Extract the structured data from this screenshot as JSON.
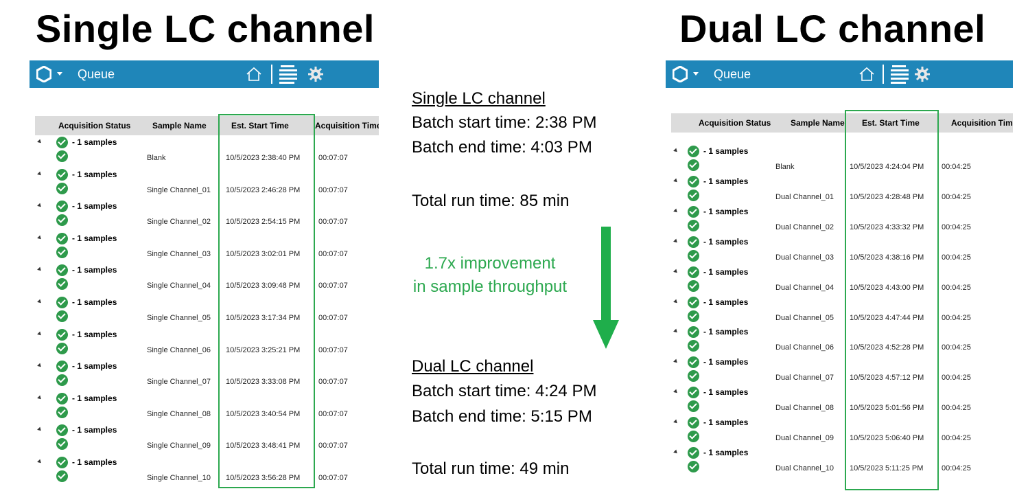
{
  "titles": {
    "left": "Single LC channel",
    "right": "Dual LC channel"
  },
  "app": {
    "title": "Queue",
    "icons": [
      "app-logo-icon",
      "chevron-down-icon",
      "home-icon",
      "queue-list-icon",
      "gear-icon"
    ],
    "bar_color": "#1f86b9"
  },
  "columns": [
    "Acquisition Status",
    "Sample Name",
    "Est. Start Time",
    "Acquisition Time"
  ],
  "group_label": "- 1 samples",
  "highlight_color": "#2ca84f",
  "single_table": {
    "rows": [
      {
        "name": "Blank",
        "start": "10/5/2023 2:38:40 PM",
        "acq": "00:07:07"
      },
      {
        "name": "Single Channel_01",
        "start": "10/5/2023 2:46:28 PM",
        "acq": "00:07:07"
      },
      {
        "name": "Single Channel_02",
        "start": "10/5/2023 2:54:15 PM",
        "acq": "00:07:07"
      },
      {
        "name": "Single Channel_03",
        "start": "10/5/2023 3:02:01 PM",
        "acq": "00:07:07"
      },
      {
        "name": "Single Channel_04",
        "start": "10/5/2023 3:09:48 PM",
        "acq": "00:07:07"
      },
      {
        "name": "Single Channel_05",
        "start": "10/5/2023 3:17:34 PM",
        "acq": "00:07:07"
      },
      {
        "name": "Single Channel_06",
        "start": "10/5/2023 3:25:21 PM",
        "acq": "00:07:07"
      },
      {
        "name": "Single Channel_07",
        "start": "10/5/2023 3:33:08 PM",
        "acq": "00:07:07"
      },
      {
        "name": "Single Channel_08",
        "start": "10/5/2023 3:40:54 PM",
        "acq": "00:07:07"
      },
      {
        "name": "Single Channel_09",
        "start": "10/5/2023 3:48:41 PM",
        "acq": "00:07:07"
      },
      {
        "name": "Single Channel_10",
        "start": "10/5/2023 3:56:28 PM",
        "acq": "00:07:07"
      }
    ]
  },
  "dual_table": {
    "rows": [
      {
        "name": "Blank",
        "start": "10/5/2023 4:24:04 PM",
        "acq": "00:04:25"
      },
      {
        "name": "Dual Channel_01",
        "start": "10/5/2023 4:28:48 PM",
        "acq": "00:04:25"
      },
      {
        "name": "Dual Channel_02",
        "start": "10/5/2023 4:33:32 PM",
        "acq": "00:04:25"
      },
      {
        "name": "Dual Channel_03",
        "start": "10/5/2023 4:38:16 PM",
        "acq": "00:04:25"
      },
      {
        "name": "Dual Channel_04",
        "start": "10/5/2023 4:43:00 PM",
        "acq": "00:04:25"
      },
      {
        "name": "Dual Channel_05",
        "start": "10/5/2023 4:47:44 PM",
        "acq": "00:04:25"
      },
      {
        "name": "Dual Channel_06",
        "start": "10/5/2023 4:52:28 PM",
        "acq": "00:04:25"
      },
      {
        "name": "Dual Channel_07",
        "start": "10/5/2023 4:57:12 PM",
        "acq": "00:04:25"
      },
      {
        "name": "Dual Channel_08",
        "start": "10/5/2023 5:01:56 PM",
        "acq": "00:04:25"
      },
      {
        "name": "Dual Channel_09",
        "start": "10/5/2023 5:06:40 PM",
        "acq": "00:04:25"
      },
      {
        "name": "Dual Channel_10",
        "start": "10/5/2023 5:11:25 PM",
        "acq": "00:04:25"
      }
    ]
  },
  "summary": {
    "single": {
      "heading": "Single LC channel",
      "start": "Batch start time: 2:38 PM",
      "end": "Batch end time: 4:03 PM",
      "total": "Total run time: 85 min"
    },
    "dual": {
      "heading": "Dual LC channel",
      "start": "Batch start time: 4:24 PM",
      "end": "Batch end time: 5:15 PM",
      "total": "Total run time: 49 min"
    },
    "improvement": [
      "1.7x improvement",
      "in sample throughput"
    ],
    "arrow_color": "#1fae4b"
  }
}
